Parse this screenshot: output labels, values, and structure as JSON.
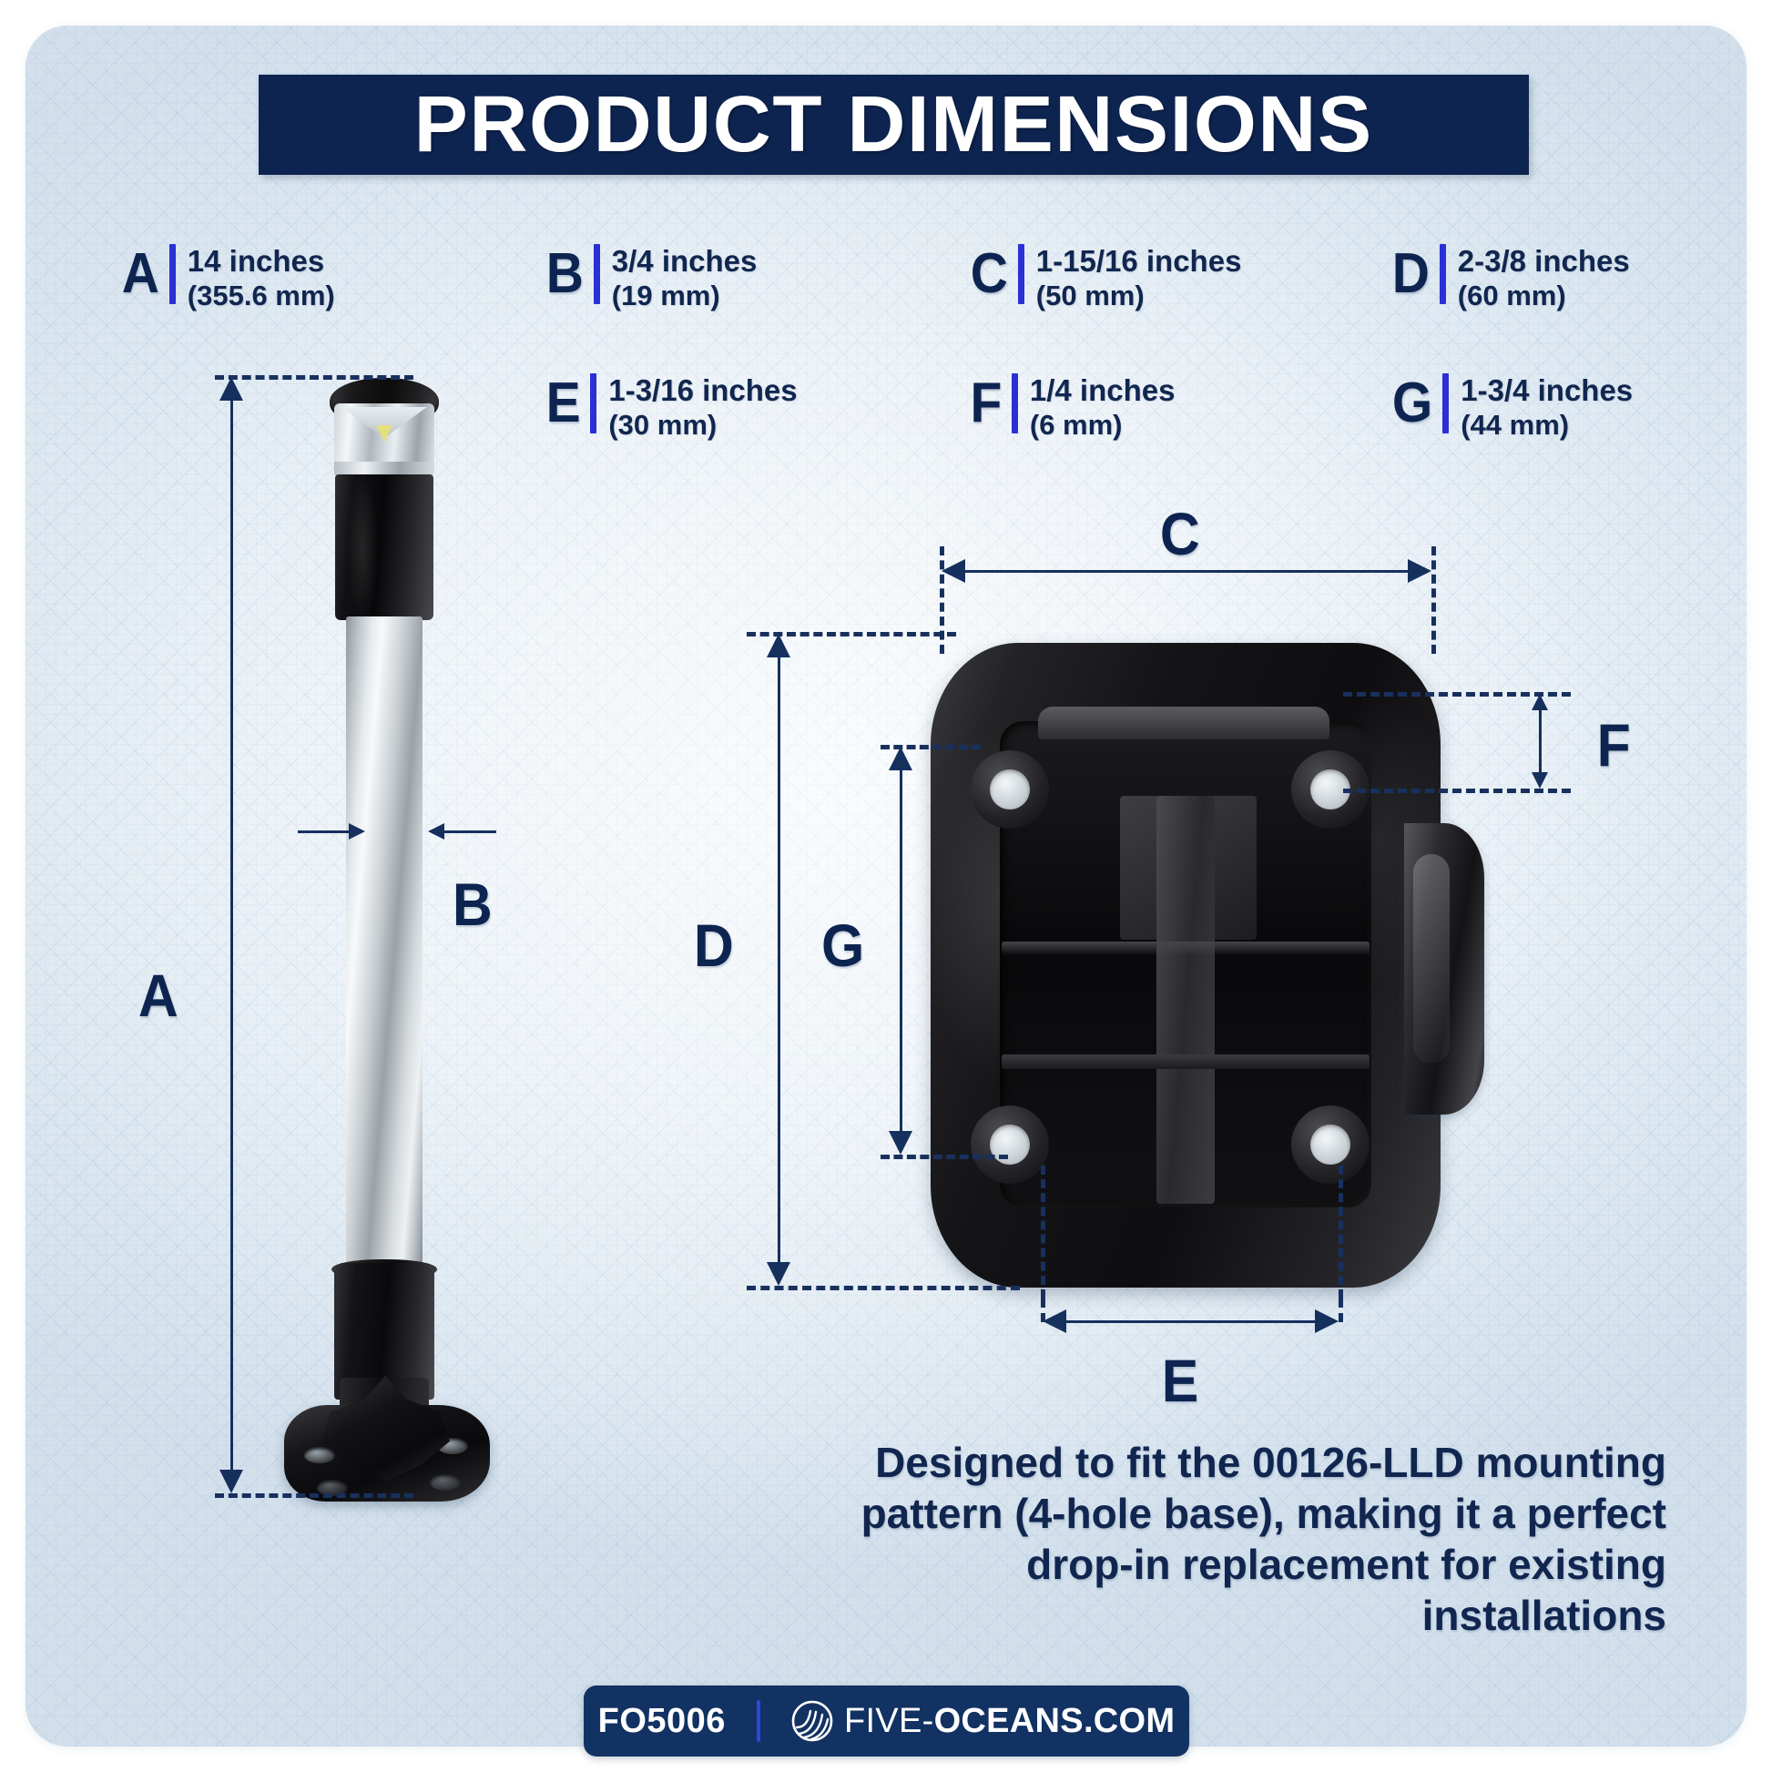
{
  "title": "PRODUCT DIMENSIONS",
  "dimension_keys": [
    {
      "letter": "A",
      "inches": "14 inches",
      "mm": "(355.6 mm)"
    },
    {
      "letter": "B",
      "inches": "3/4 inches",
      "mm": "(19 mm)"
    },
    {
      "letter": "C",
      "inches": "1-15/16 inches",
      "mm": "(50 mm)"
    },
    {
      "letter": "D",
      "inches": "2-3/8 inches",
      "mm": "(60 mm)"
    },
    {
      "letter": "E",
      "inches": "1-3/16 inches",
      "mm": "(30 mm)"
    },
    {
      "letter": "F",
      "inches": "1/4 inches",
      "mm": "(6 mm)"
    },
    {
      "letter": "G",
      "inches": "1-3/4 inches",
      "mm": "(44 mm)"
    }
  ],
  "drawing_labels": {
    "a": "A",
    "b": "B",
    "c": "C",
    "d": "D",
    "e": "E",
    "f": "F",
    "g": "G"
  },
  "description": "Designed to fit the 00126-LLD mounting pattern (4-hole base), making it a perfect drop-in replacement for existing installations",
  "footer": {
    "sku": "FO5006",
    "brand_thin": "FIVE-",
    "brand_bold": "OCEANS.COM",
    "logo": "wave-circle-logo"
  },
  "colors": {
    "navy": "#0e2450",
    "accent_blue": "#2b2fd6",
    "footer_navy": "#123263",
    "text_navy": "#11264f",
    "board_light": "#e9f0f6"
  }
}
